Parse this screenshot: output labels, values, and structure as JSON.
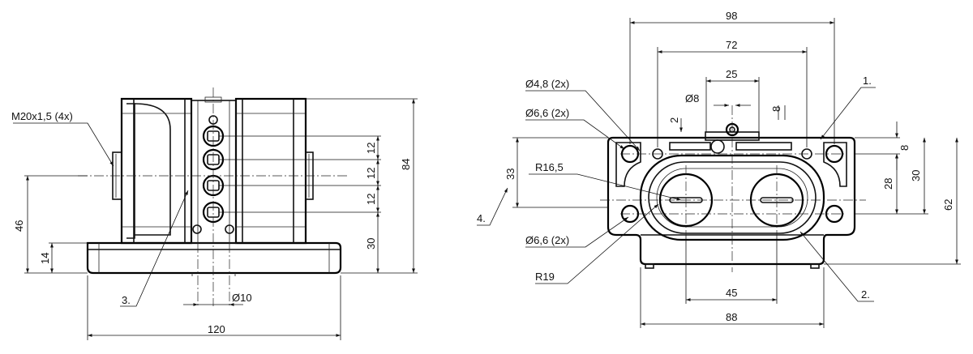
{
  "front_view": {
    "dim_width": "120",
    "dim_height": "84",
    "dim_axis": "46",
    "dim_base": "14",
    "dim_mount": "30",
    "dim_pitch": [
      "12",
      "12",
      "12"
    ],
    "dim_pin": "Ø10",
    "thread_label": "M20x1,5 (4x)",
    "callout_3": "3."
  },
  "top_view": {
    "dim_98": "98",
    "dim_72": "72",
    "dim_25": "25",
    "dim_d8": "Ø8",
    "dim_8_top": "8",
    "dim_2": "2",
    "dim_d48": "Ø4,8 (2x)",
    "dim_d66_top": "Ø6,6 (2x)",
    "dim_d66_bottom": "Ø6,6 (2x)",
    "dim_r165": "R16,5",
    "dim_r19": "R19",
    "dim_33": "33",
    "dim_8_right": "8",
    "dim_28": "28",
    "dim_30": "30",
    "dim_62": "62",
    "dim_45": "45",
    "dim_88": "88",
    "callout_1": "1.",
    "callout_2": "2.",
    "callout_4": "4."
  }
}
